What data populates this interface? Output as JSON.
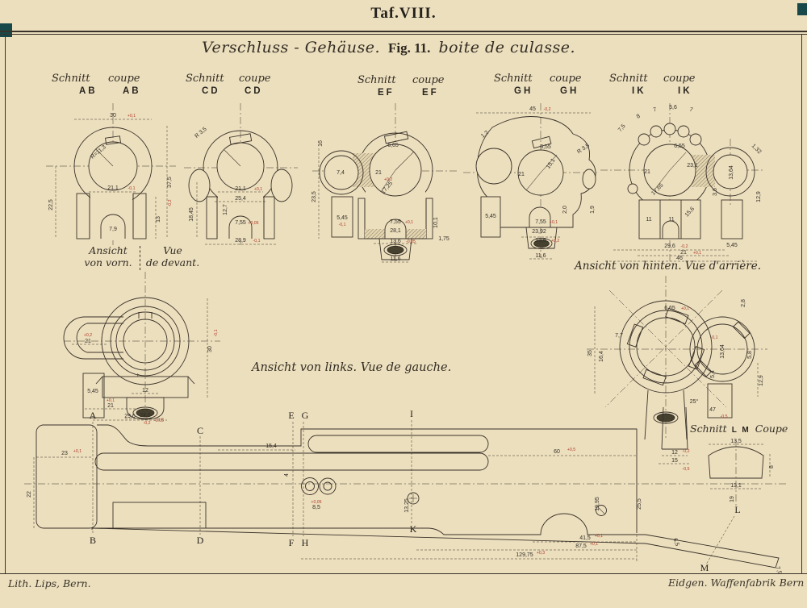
{
  "colors": {
    "paper": "#ecdfbe",
    "ink": "#3a3229",
    "red": "#ad3a28",
    "artifact_teal": "#17494b"
  },
  "plate": {
    "title": "Taf.VIII.",
    "caption_de": "Verschluss - Gehäuse.",
    "caption_fig": "Fig. 11.",
    "caption_fr": "boite de culasse."
  },
  "headers": [
    {
      "schnitt": "Schnitt",
      "coupe": "coupe",
      "letters": "AB"
    },
    {
      "schnitt": "Schnitt",
      "coupe": "coupe",
      "letters": "CD"
    },
    {
      "schnitt": "Schnitt",
      "coupe": "coupe",
      "letters": "EF"
    },
    {
      "schnitt": "Schnitt",
      "coupe": "coupe",
      "letters": "GH"
    },
    {
      "schnitt": "Schnitt",
      "coupe": "coupe",
      "letters": "IK"
    }
  ],
  "views": {
    "front": {
      "de1": "Ansicht",
      "de2": "von vorn.",
      "fr1": "Vue",
      "fr2": "de devant."
    },
    "rear": {
      "label": "Ansicht von hinten.   Vue d'arrière."
    },
    "left": {
      "label": "Ansicht von links.   Vue de gauche."
    },
    "lm": {
      "de": "Schnitt",
      "letters": "L M",
      "fr": "Coupe"
    }
  },
  "footer": {
    "left": "Lith. Lips, Bern.",
    "right": "Eidgen. Waffenfabrik Bern"
  },
  "dims": {
    "ab": [
      "30",
      "37,5",
      "22,5",
      "21,1",
      "7,9",
      "13",
      "R=11,3"
    ],
    "cd": [
      "R 3,5",
      "18,45",
      "12,7",
      "21,1",
      "25,4",
      "7,55",
      "28,9"
    ],
    "ef": [
      "16",
      "23,5",
      "7,4",
      "5,45",
      "6,65",
      "21",
      "17,25",
      "28,1",
      "7,55",
      "10,1",
      "1,75",
      "13,6",
      "11,6"
    ],
    "gh": [
      "45",
      "1,2",
      "6,55",
      "21",
      "15,1",
      "R 3,5",
      "5,45",
      "7,55",
      "23,92",
      "2,0",
      "1,9",
      "13,6",
      "11,6"
    ],
    "ik": [
      "7,5",
      "8",
      "7",
      "5,6",
      "7",
      "6,55",
      "23,1",
      "17,65",
      "21",
      "13,64",
      "1,32",
      "12,9",
      "3,6",
      "5,45",
      "11",
      "11",
      "15,6",
      "29,6",
      "21",
      "46"
    ],
    "front": [
      "21",
      "30",
      "5,45",
      "7",
      "12",
      "21",
      "24,6"
    ],
    "rear": [
      "35",
      "16,4",
      "7,7",
      "6,65",
      "2,8",
      "5,8",
      "12,9",
      "5,4",
      "25°",
      "47",
      "13,64",
      "12",
      "15"
    ],
    "lm": [
      "13,5",
      "13,1",
      "8",
      "19"
    ],
    "side": [
      "29,6",
      "23",
      "22",
      "15,4",
      "4",
      "8,5",
      "60",
      "13,25",
      "19,95",
      "25,5",
      "41,5",
      "87,5",
      "129,75",
      "6,5",
      "7,5"
    ]
  },
  "side_letters": [
    "A",
    "B",
    "C",
    "D",
    "E",
    "G",
    "F",
    "H",
    "I",
    "K",
    "L",
    "M"
  ],
  "tol": [
    "+0,1",
    "-0,1",
    "+0,05",
    "-0,05",
    "+0,2",
    "-0,2",
    "+0,3",
    "-0,5",
    "+0,5"
  ]
}
